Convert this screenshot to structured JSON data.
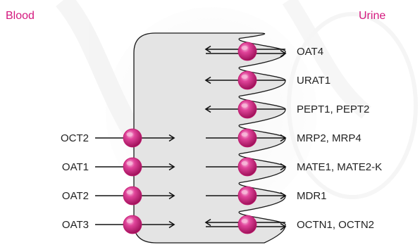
{
  "headers": {
    "blood": "Blood",
    "urine": "Urine"
  },
  "basolateral_transporters": [
    {
      "label": "OCT2",
      "direction": "into-cell"
    },
    {
      "label": "OAT1",
      "direction": "into-cell"
    },
    {
      "label": "OAT2",
      "direction": "into-cell"
    },
    {
      "label": "OAT3",
      "direction": "into-cell"
    }
  ],
  "apical_transporters": [
    {
      "label": "OAT4",
      "direction": "bidirectional"
    },
    {
      "label": "URAT1",
      "direction": "into-cell"
    },
    {
      "label": "PEPT1, PEPT2",
      "direction": "into-cell"
    },
    {
      "label": "MRP2, MRP4",
      "direction": "out-of-cell"
    },
    {
      "label": "MATE1, MATE2-K",
      "direction": "out-of-cell"
    },
    {
      "label": "MDR1",
      "direction": "out-of-cell"
    },
    {
      "label": "OCTN1, OCTN2",
      "direction": "bidirectional"
    }
  ],
  "colors": {
    "header": "#d4187e",
    "transporter": "#c2186f",
    "transporter_highlight": "#f7b6d8",
    "cell_fill": "#e4e4e4",
    "cell_stroke": "#1a1a1a"
  }
}
